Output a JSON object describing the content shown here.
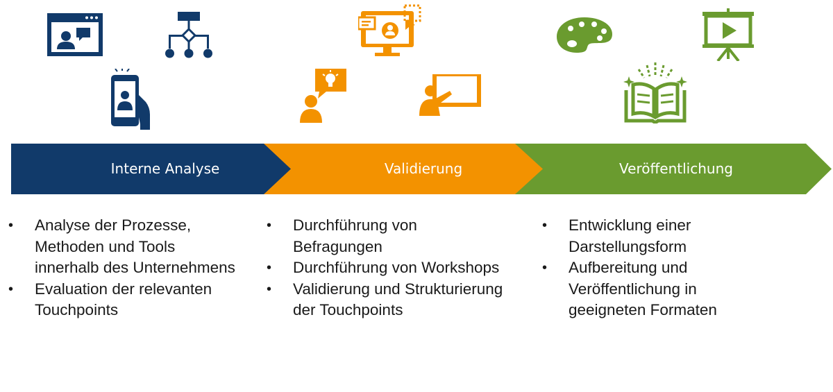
{
  "colors": {
    "navy": "#113a6a",
    "orange": "#f39200",
    "green": "#6a9b2f"
  },
  "icons": [
    "video-chat-window-icon",
    "hierarchy-chart-icon",
    "smartphone-user-icon",
    "presentation-monitor-icon",
    "idea-speech-bubble-icon",
    "teacher-board-icon",
    "paint-palette-icon",
    "projector-screen-play-icon",
    "open-book-icon"
  ],
  "phases": [
    {
      "label": "Interne Analyse",
      "items": [
        [
          "Analyse der Prozesse,",
          "Methoden und Tools",
          "innerhalb des Unternehmens"
        ],
        [
          "Evaluation der relevanten",
          "Touchpoints"
        ]
      ]
    },
    {
      "label": "Validierung",
      "items": [
        [
          "Durchführung von",
          "Befragungen"
        ],
        [
          "Durchführung von Workshops"
        ],
        [
          "Validierung und Strukturierung",
          "der Touchpoints"
        ]
      ]
    },
    {
      "label": "Veröffentlichung",
      "items": [
        [
          "Entwicklung einer",
          "Darstellungsform"
        ],
        [
          "Aufbereitung und",
          "Veröffentlichung in",
          "geeigneten Formaten"
        ]
      ]
    }
  ]
}
